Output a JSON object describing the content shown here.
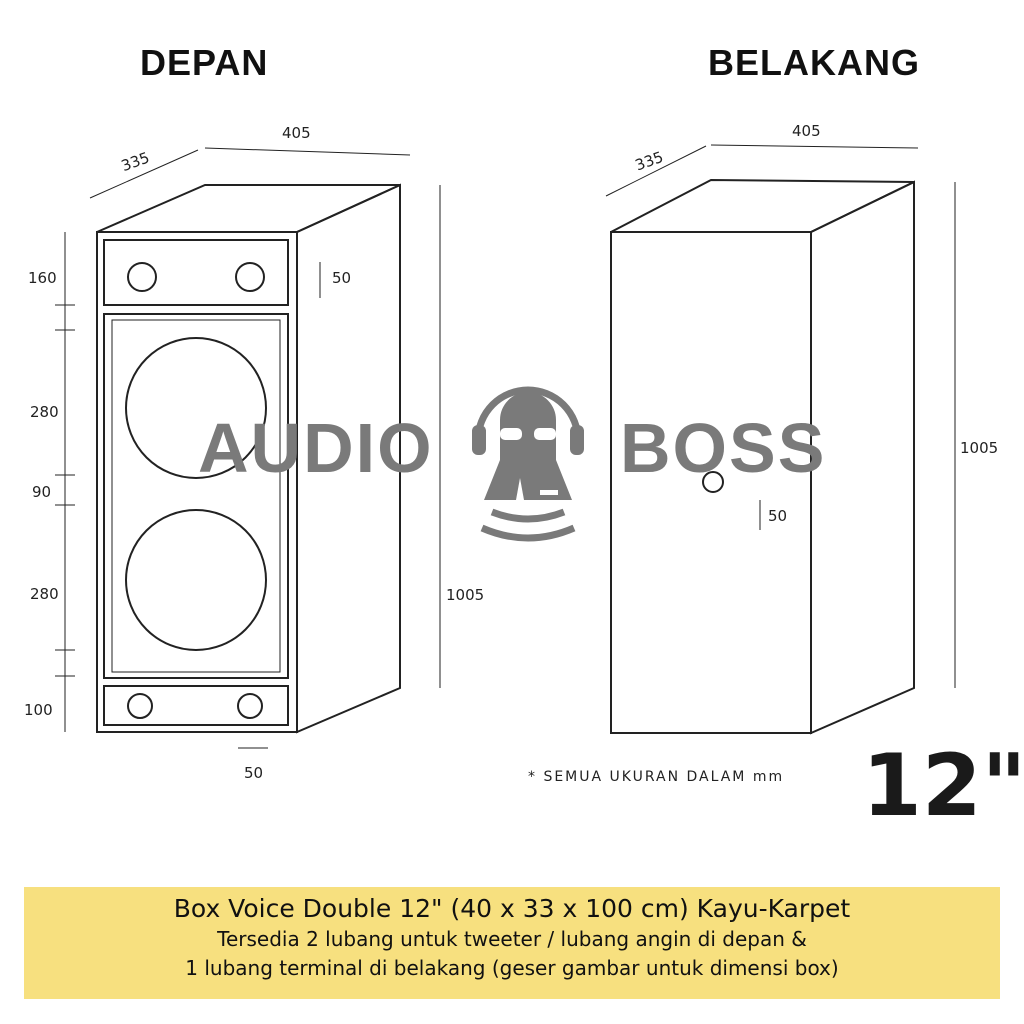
{
  "headings": {
    "front": "DEPAN",
    "back": "BELAKANG"
  },
  "front_dimensions": {
    "depth": "335",
    "width": "405",
    "height": "1005",
    "tweeter_panel": "160",
    "woofer_top": "280",
    "gap": "90",
    "woofer_bottom": "280",
    "port_panel": "100",
    "tweeter_hole": "50",
    "port_hole": "50"
  },
  "back_dimensions": {
    "depth": "335",
    "width": "405",
    "height": "1005",
    "terminal_hole": "50"
  },
  "note": "* SEMUA UKURAN DALAM mm",
  "size_badge": "12\"",
  "watermark": {
    "left": "AUDIO",
    "right": "BOSS",
    "color": "#7a7a7a"
  },
  "caption": {
    "title": "Box Voice Double 12\" (40 x 33 x 100 cm) Kayu-Karpet",
    "line1": "Tersedia 2 lubang untuk tweeter / lubang angin di depan &",
    "line2": "1 lubang terminal di belakang (geser gambar untuk dimensi box)",
    "background": "#f7e07f"
  }
}
